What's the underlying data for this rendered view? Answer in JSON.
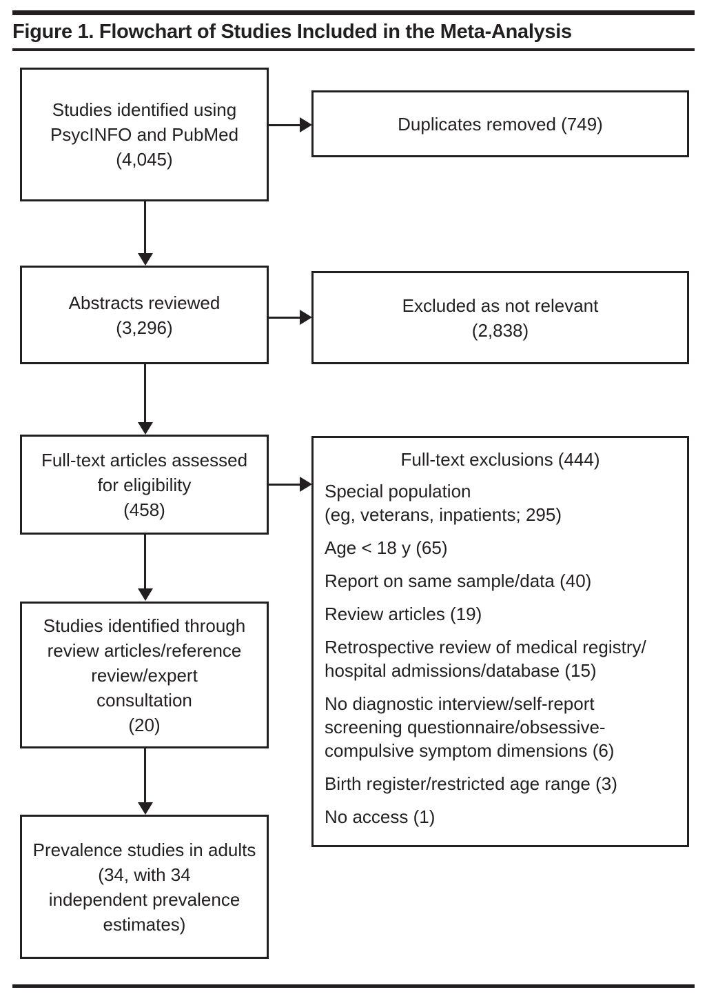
{
  "figure": {
    "title": "Figure 1. Flowchart of Studies Included in the Meta-Analysis"
  },
  "chart_data": {
    "type": "diagram",
    "title": "Figure 1. Flowchart of Studies Included in the Meta-Analysis",
    "diagram_kind": "PRISMA study selection flowchart",
    "nodes": [
      {
        "id": "identified",
        "label": "Studies identified using\nPsycINFO and PubMed\n(4,045)",
        "count": 4045,
        "column": "left"
      },
      {
        "id": "duplicates",
        "label": "Duplicates removed (749)",
        "count": 749,
        "column": "right"
      },
      {
        "id": "abstracts",
        "label": "Abstracts reviewed\n(3,296)",
        "count": 3296,
        "column": "left"
      },
      {
        "id": "excluded",
        "label": "Excluded as not relevant\n(2,838)",
        "count": 2838,
        "column": "right"
      },
      {
        "id": "fulltext",
        "label": "Full-text articles assessed\nfor eligibility\n(458)",
        "count": 458,
        "column": "left"
      },
      {
        "id": "exclusions",
        "label": "Full-text exclusions (444)",
        "count": 444,
        "column": "right"
      },
      {
        "id": "otherstudies",
        "label": "Studies identified through\nreview articles/reference\nreview/expert\nconsultation\n(20)",
        "count": 20,
        "column": "left"
      },
      {
        "id": "included",
        "label": "Prevalence studies in adults\n(34, with 34\nindependent prevalence\nestimates)",
        "count": 34,
        "column": "left"
      }
    ],
    "edges": [
      {
        "from": "identified",
        "to": "duplicates",
        "direction": "right"
      },
      {
        "from": "identified",
        "to": "abstracts",
        "direction": "down"
      },
      {
        "from": "abstracts",
        "to": "excluded",
        "direction": "right"
      },
      {
        "from": "abstracts",
        "to": "fulltext",
        "direction": "down"
      },
      {
        "from": "fulltext",
        "to": "exclusions",
        "direction": "right"
      },
      {
        "from": "fulltext",
        "to": "otherstudies",
        "direction": "down"
      },
      {
        "from": "otherstudies",
        "to": "included",
        "direction": "down"
      }
    ]
  },
  "boxes": {
    "identified": "Studies identified using\nPsycINFO and PubMed\n(4,045)",
    "duplicates": "Duplicates removed (749)",
    "abstracts": "Abstracts reviewed\n(3,296)",
    "excluded": "Excluded as not relevant\n(2,838)",
    "fulltext": "Full-text articles assessed\nfor eligibility\n(458)",
    "otherstudies": "Studies identified through\nreview articles/reference\nreview/expert\nconsultation\n(20)",
    "included": "Prevalence studies in adults\n(34, with 34\nindependent prevalence\nestimates)"
  },
  "exclusions_panel": {
    "heading": "Full-text exclusions (444)",
    "items": [
      "Special population\n(eg, veterans, inpatients; 295)",
      "Age < 18 y (65)",
      "Report on same sample/data (40)",
      "Review articles (19)",
      "Retrospective review of medical registry/\nhospital admissions/database (15)",
      "No diagnostic interview/self-report\nscreening questionnaire/obsessive-\ncompulsive symptom dimensions (6)",
      "Birth register/restricted age range (3)",
      "No access (1)"
    ]
  },
  "colors": {
    "rule": "#231f20",
    "box_border": "#231f20",
    "text": "#231f20",
    "background": "#ffffff"
  }
}
